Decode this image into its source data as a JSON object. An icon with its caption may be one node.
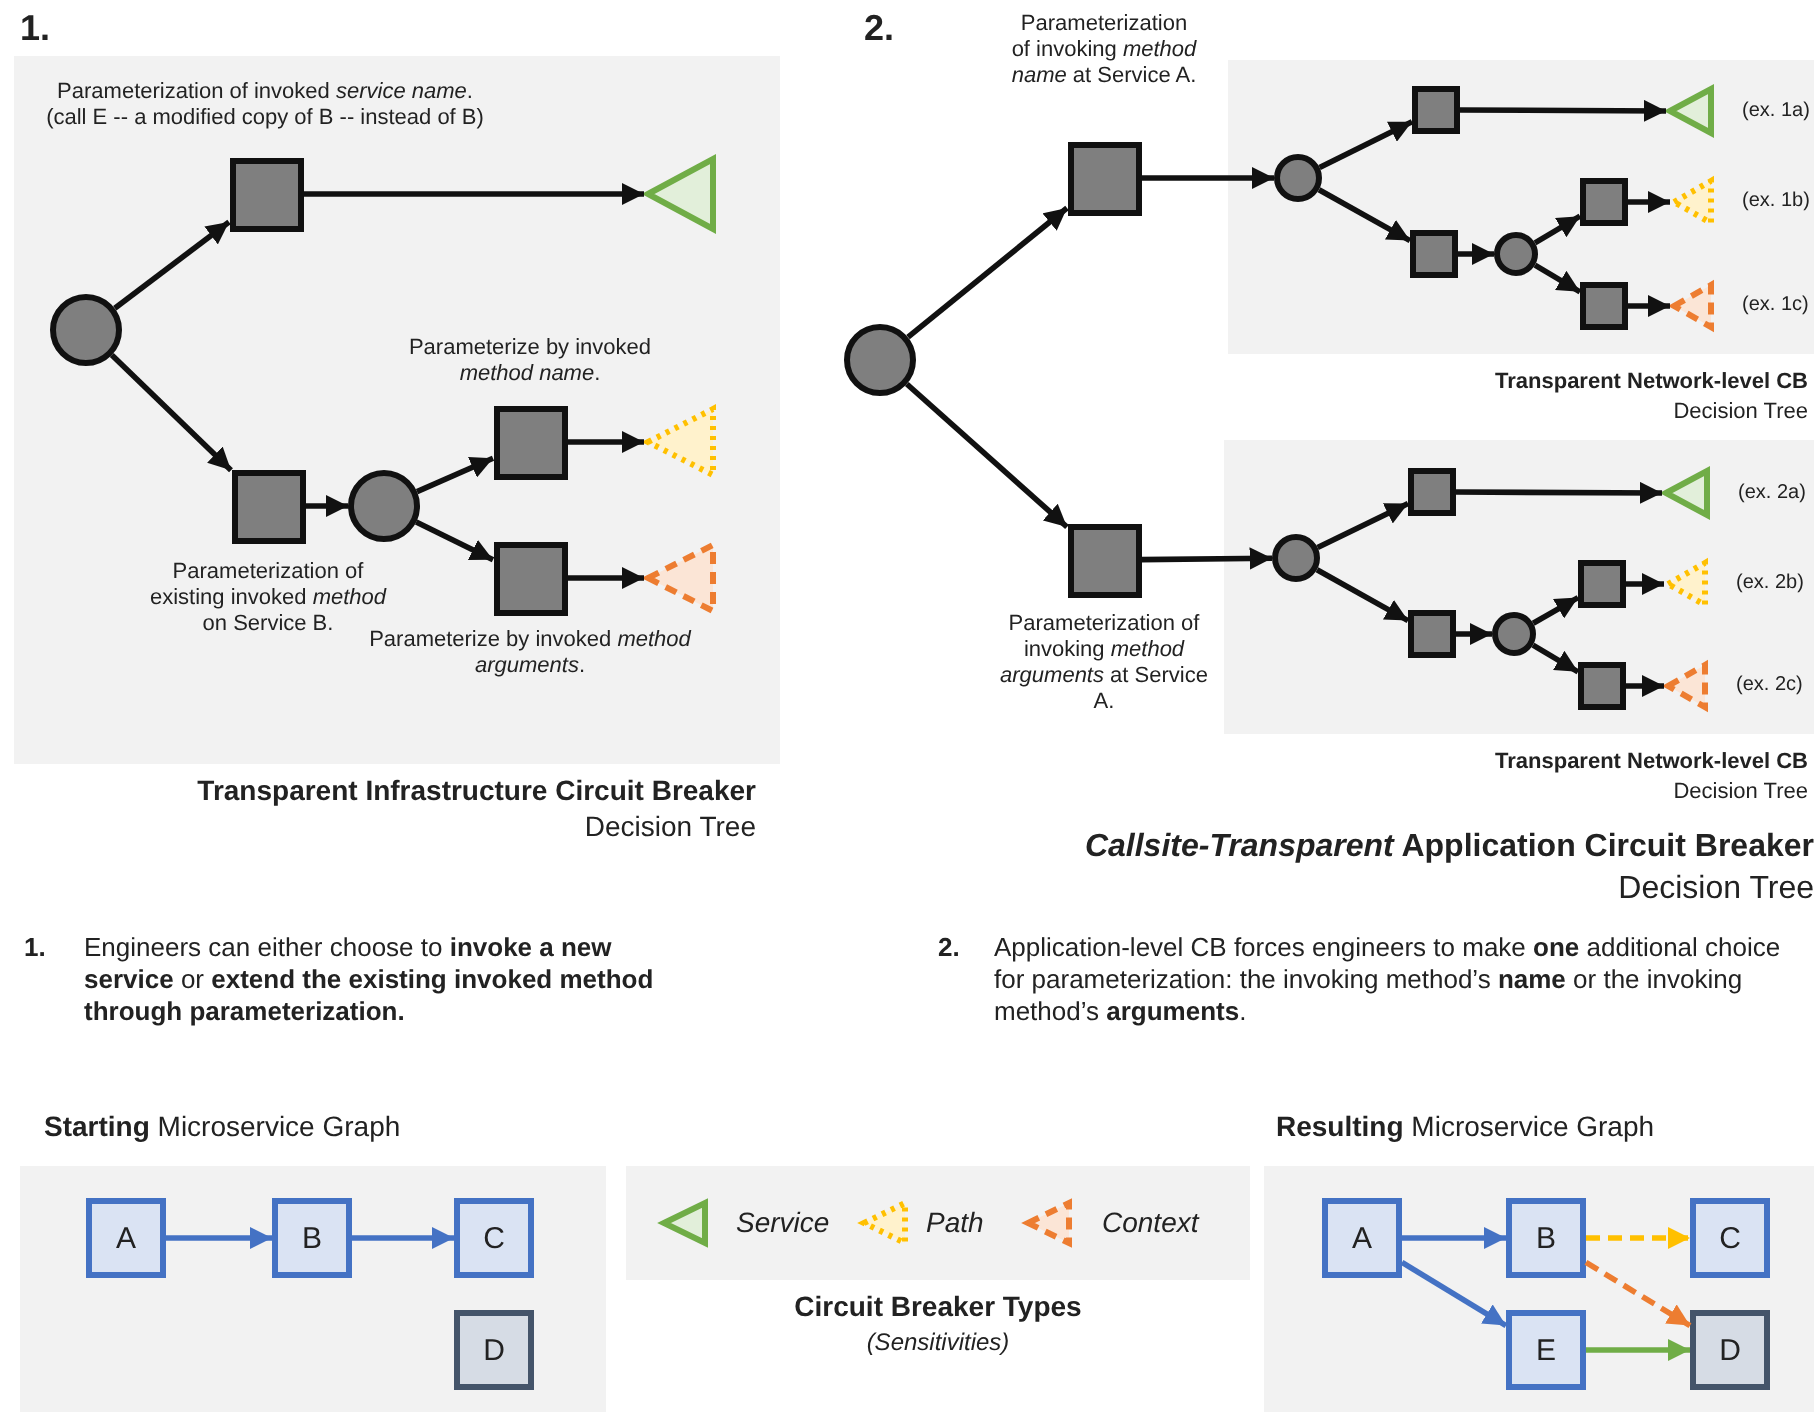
{
  "diagram": {
    "nodes": [
      {
        "text": [
          "Transparent Infrastructure Circuit Breaker",
          "Decision Tree"
        ]
      },
      {
        "text": [],
        "shape": "circle",
        "in": 0
      },
      {
        "text": [
          "Parameterization of invoked *service name*. (call E -- a modified copy of B -- instead of B)"
        ],
        "in": 0
      },
      {
        "text": [],
        "shape": "triangle",
        "in": 0
      },
      {
        "text": [
          "Parameterization of existing invoked *method* on Service B."
        ],
        "in": 0
      },
      {
        "text": [],
        "shape": "circle",
        "in": 0
      },
      {
        "text": [
          "Parameterize by invoked *method name*."
        ],
        "in": 0
      },
      {
        "text": [],
        "shape": "triangle",
        "in": 0
      },
      {
        "text": [
          "Parameterize by invoked *method arguments*."
        ],
        "in": 0
      },
      {
        "text": [],
        "shape": "triangle",
        "in": 0
      },
      {
        "text": [],
        "shape": "circle"
      },
      {
        "text": [
          "Parameterization of invoking *method name* at Service A."
        ]
      },
      {
        "text": [
          "Parameterization of invoking *method arguments* at Service A."
        ]
      },
      {
        "text": [
          "Transparent Network-level CB",
          "Decision Tree"
        ]
      },
      {
        "text": [],
        "shape": "circle",
        "in": 13
      },
      {
        "text": [],
        "shape": "box",
        "in": 13
      },
      {
        "text": [],
        "shape": "triangle",
        "in": 13,
        "beside": [
          "(ex. 1a)"
        ]
      },
      {
        "text": [],
        "shape": "box",
        "in": 13
      },
      {
        "text": [],
        "shape": "circle",
        "in": 13
      },
      {
        "text": [],
        "shape": "box",
        "in": 13
      },
      {
        "text": [],
        "shape": "triangle",
        "in": 13,
        "beside": [
          "(ex. 1b)"
        ]
      },
      {
        "text": [],
        "shape": "box",
        "in": 13
      },
      {
        "text": [],
        "shape": "triangle",
        "in": 13,
        "beside": [
          "(ex. 1c)"
        ]
      },
      {
        "text": [
          "Transparent Network-level CB",
          "Decision Tree"
        ]
      },
      {
        "text": [],
        "shape": "circle",
        "in": 23
      },
      {
        "text": [],
        "shape": "box",
        "in": 23
      },
      {
        "text": [],
        "shape": "triangle",
        "in": 23,
        "beside": [
          "(ex. 2a)"
        ]
      },
      {
        "text": [],
        "shape": "box",
        "in": 23
      },
      {
        "text": [],
        "shape": "circle",
        "in": 23
      },
      {
        "text": [],
        "shape": "box",
        "in": 23
      },
      {
        "text": [],
        "shape": "triangle",
        "in": 23,
        "beside": [
          "(ex. 2b)"
        ]
      },
      {
        "text": [],
        "shape": "box",
        "in": 23
      },
      {
        "text": [],
        "shape": "triangle",
        "in": 23,
        "beside": [
          "(ex. 2c)"
        ]
      },
      {
        "text": [
          "**Starting** Microservice Graph"
        ]
      },
      {
        "text": [
          "A"
        ],
        "in": 33
      },
      {
        "text": [
          "B"
        ],
        "in": 33
      },
      {
        "text": [
          "C"
        ],
        "in": 33
      },
      {
        "text": [
          "D"
        ],
        "in": 33
      },
      {
        "text": [
          "**Resulting** Microservice Graph"
        ]
      },
      {
        "text": [
          "A"
        ],
        "in": 38
      },
      {
        "text": [
          "B"
        ],
        "in": 38
      },
      {
        "text": [
          "C"
        ],
        "in": 38
      },
      {
        "text": [
          "E"
        ],
        "in": 38
      },
      {
        "text": [
          "D"
        ],
        "in": 38
      }
    ],
    "edges": [
      {
        "from": 1,
        "to": 2,
        "arrow": "to"
      },
      {
        "from": 2,
        "to": 3,
        "arrow": "to"
      },
      {
        "from": 1,
        "to": 4,
        "arrow": "to"
      },
      {
        "from": 4,
        "to": 5,
        "arrow": "to"
      },
      {
        "from": 5,
        "to": 6,
        "arrow": "to"
      },
      {
        "from": 6,
        "to": 7,
        "arrow": "to"
      },
      {
        "from": 5,
        "to": 8,
        "arrow": "to"
      },
      {
        "from": 8,
        "to": 9,
        "arrow": "to"
      },
      {
        "from": 10,
        "to": 11,
        "arrow": "to"
      },
      {
        "from": 10,
        "to": 12,
        "arrow": "to"
      },
      {
        "from": 11,
        "to": 14,
        "arrow": "to"
      },
      {
        "from": 14,
        "to": 15,
        "arrow": "to"
      },
      {
        "from": 15,
        "to": 16,
        "arrow": "to"
      },
      {
        "from": 14,
        "to": 17,
        "arrow": "to"
      },
      {
        "from": 17,
        "to": 18,
        "arrow": "to"
      },
      {
        "from": 18,
        "to": 19,
        "arrow": "to"
      },
      {
        "from": 19,
        "to": 20,
        "arrow": "to"
      },
      {
        "from": 18,
        "to": 21,
        "arrow": "to"
      },
      {
        "from": 21,
        "to": 22,
        "arrow": "to"
      },
      {
        "from": 12,
        "to": 24,
        "arrow": "to"
      },
      {
        "from": 24,
        "to": 25,
        "arrow": "to"
      },
      {
        "from": 25,
        "to": 26,
        "arrow": "to"
      },
      {
        "from": 24,
        "to": 27,
        "arrow": "to"
      },
      {
        "from": 27,
        "to": 28,
        "arrow": "to"
      },
      {
        "from": 28,
        "to": 29,
        "arrow": "to"
      },
      {
        "from": 29,
        "to": 30,
        "arrow": "to"
      },
      {
        "from": 28,
        "to": 31,
        "arrow": "to"
      },
      {
        "from": 31,
        "to": 32,
        "arrow": "to"
      },
      {
        "from": 34,
        "to": 35,
        "arrow": "to",
        "color": "#4472c4"
      },
      {
        "from": 35,
        "to": 36,
        "arrow": "to",
        "color": "#4472c4"
      },
      {
        "from": 39,
        "to": 40,
        "arrow": "to",
        "color": "#4472c4"
      },
      {
        "from": 39,
        "to": 42,
        "arrow": "to",
        "color": "#4472c4"
      },
      {
        "from": 40,
        "to": 41,
        "arrow": "to",
        "style": "dashed",
        "color": "#ffc000"
      },
      {
        "from": 40,
        "to": 43,
        "arrow": "to",
        "style": "dashed",
        "color": "#ed7d31"
      },
      {
        "from": 42,
        "to": 43,
        "arrow": "to",
        "color": "#70ad47"
      }
    ],
    "labels": [
      "1.",
      "2.",
      "*Callsite-Transparent* Application Circuit Breaker",
      "Decision Tree",
      "1.",
      "Engineers can either choose to **invoke a new service** or **extend the existing invoked method through parameterization.**",
      "2.",
      "Application-level CB forces engineers to make **one** additional choice for parameterization: the invoking method’s **name** or the invoking method’s **arguments**.",
      "Circuit Breaker Types",
      "(Sensitivities)"
    ],
    "legend": [
      {
        "text": "Service"
      },
      {
        "text": "Path"
      },
      {
        "text": "Context"
      }
    ]
  }
}
